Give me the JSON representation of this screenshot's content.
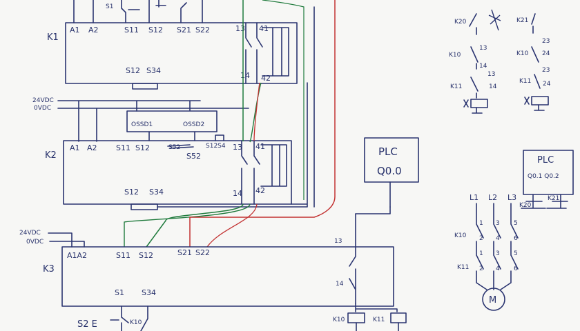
{
  "k1": {
    "label": "K1",
    "terms": [
      "A1",
      "A2",
      "S11",
      "S12",
      "S21",
      "S22",
      "13",
      "41",
      "14",
      "42",
      "S12",
      "S34"
    ],
    "top": [
      "S1"
    ]
  },
  "k2": {
    "label": "K2",
    "terms": [
      "A1",
      "A2",
      "S11",
      "S12",
      "S12S4",
      "13",
      "41",
      "14",
      "42",
      "S12",
      "S34"
    ],
    "struck": "S52",
    "sub": "S52",
    "ossd1": "OSSD1",
    "ossd2": "OSSD2"
  },
  "k3": {
    "label": "K3",
    "terms": [
      "A1A2",
      "S11",
      "S12",
      "S21",
      "S22",
      "13",
      "14",
      "S1",
      "S34"
    ],
    "bottom": [
      "S2 E",
      "K10"
    ]
  },
  "supply": {
    "v24": "24VDC",
    "v0": "0VDC",
    "v24b": "24VDC",
    "v0b": "0VDC"
  },
  "plc1": {
    "title": "PLC",
    "out": "Q0.0"
  },
  "plc2": {
    "title": "PLC",
    "out": "Q0.1 Q0.2",
    "coils": [
      "K20",
      "K21"
    ]
  },
  "coils": [
    "K10",
    "K11"
  ],
  "aux": {
    "k20": "K20",
    "k21": "K21",
    "n23": "23",
    "k10a": "K10",
    "n13a": "13",
    "n14a": "14",
    "k10b": "K10",
    "n24": "24",
    "k11a": "K11",
    "n13b": "13",
    "n14b": "14",
    "k11b": "K11",
    "n23b": "23",
    "n24b": "24"
  },
  "motor": {
    "phases": [
      "L1",
      "L2",
      "L3"
    ],
    "k10": "K10",
    "k11": "K11",
    "nums_top": [
      "1",
      "3",
      "5"
    ],
    "nums_mid": [
      "2",
      "4",
      "6"
    ],
    "nums_mid2": [
      "1",
      "3",
      "5"
    ],
    "nums_bot": [
      "2",
      "4",
      "6"
    ],
    "m": "M"
  },
  "colors": {
    "ink": "#2a3470",
    "green": "#1f7a3c",
    "red": "#c23030",
    "paper": "#f7f7f5"
  }
}
